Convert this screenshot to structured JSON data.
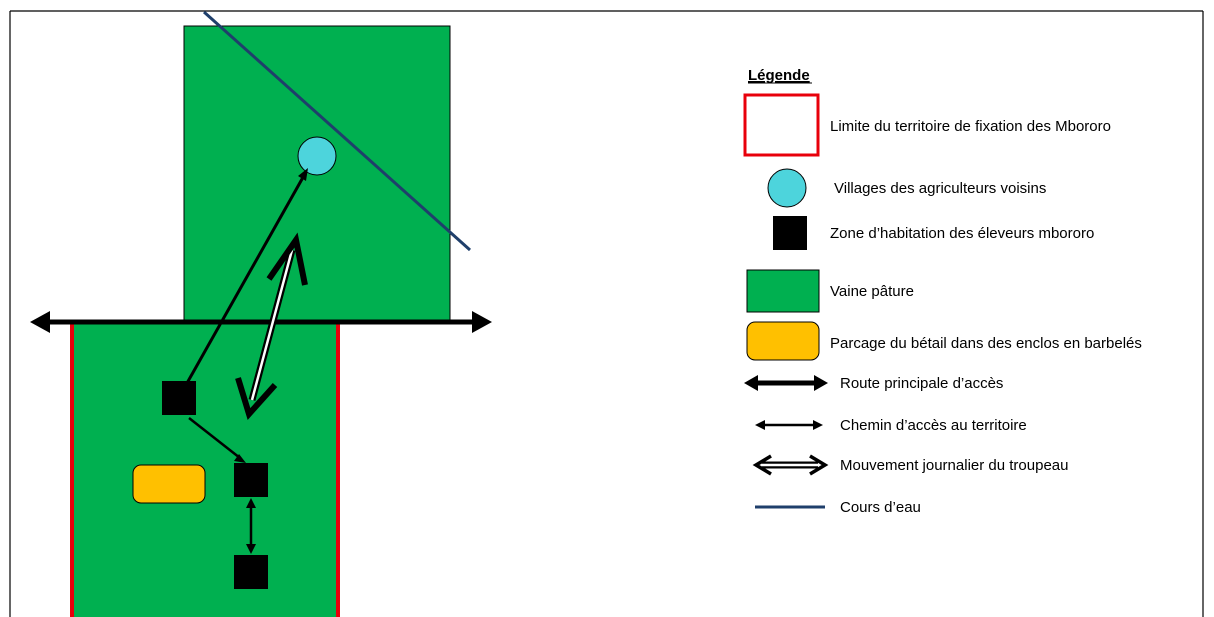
{
  "colors": {
    "territory_border": "#e8000b",
    "pasture": "#00b050",
    "village": "#4dd4dc",
    "cattle_pen": "#ffc000",
    "river": "#1f3f6b",
    "habitation": "#000000"
  },
  "legend": {
    "title": "Légende",
    "items": [
      {
        "symbol": "territory-boundary",
        "label": "Limite du territoire de fixation des Mbororo"
      },
      {
        "symbol": "village",
        "label": "Villages des agriculteurs voisins"
      },
      {
        "symbol": "habitation",
        "label": "Zone d’habitation des éleveurs mbororo"
      },
      {
        "symbol": "pasture",
        "label": "Vaine pâture"
      },
      {
        "symbol": "cattle-pen",
        "label": "Parcage du bétail dans des enclos en barbelés"
      },
      {
        "symbol": "main-road",
        "label": "Route principale d’accès"
      },
      {
        "symbol": "access-path",
        "label": "Chemin d’accès au territoire"
      },
      {
        "symbol": "herd-movement",
        "label": "Mouvement journalier du troupeau"
      },
      {
        "symbol": "river",
        "label": "Cours d’eau"
      }
    ]
  }
}
